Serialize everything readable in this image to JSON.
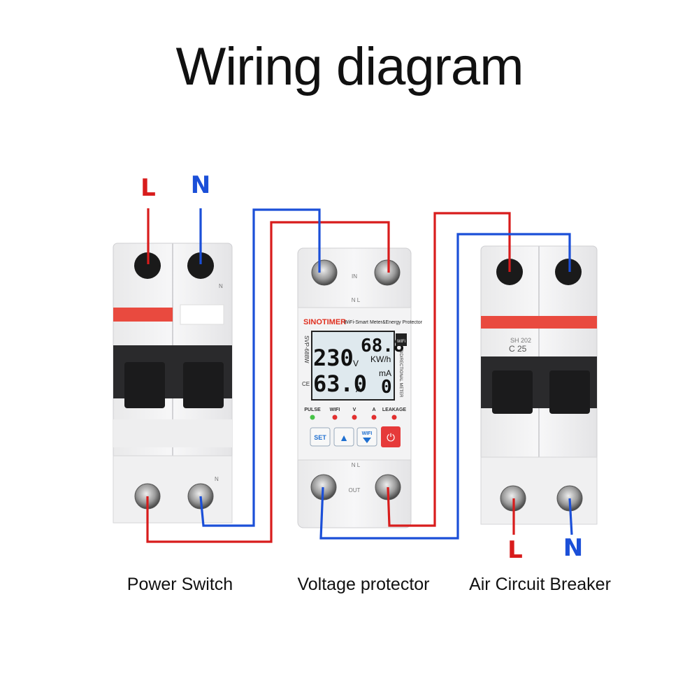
{
  "title": "Wiring diagram",
  "terminals": {
    "input_L": "L",
    "input_N": "N",
    "output_L": "L",
    "output_N": "N"
  },
  "devices": {
    "power_switch": {
      "caption": "Power Switch",
      "terminal_N": "N"
    },
    "voltage_protector": {
      "caption": "Voltage protector",
      "brand": "SINOTIMER",
      "subtitle": "WiFi-Smart Meter&Energy Protector",
      "model": "SVP-688W",
      "top_terminals": "N      L",
      "top_marker": "IN",
      "bottom_marker": "OUT",
      "bottom_terminals": "N      L",
      "wifi_badge": "WiFi",
      "side_text": "BIDIRECTIONAL METER",
      "ce": "CE",
      "display": {
        "voltage": "230",
        "voltage_unit": "V",
        "current": "63.0",
        "current_unit": "A",
        "energy": "68.8",
        "energy_unit": "KW/h",
        "leakage_unit": "mA",
        "leakage": "0"
      },
      "indicators": [
        "PULSE",
        "WIFI",
        "V",
        "A",
        "LEAKAGE"
      ],
      "buttons": {
        "set": "SET",
        "up": "▲",
        "wifi": "WIFI",
        "power": "⏻"
      }
    },
    "air_circuit_breaker": {
      "caption": "Air Circuit Breaker",
      "model": "SH 202",
      "rating": "C 25"
    }
  },
  "colors": {
    "live": "#d81c1c",
    "neutral": "#1b4fd8",
    "red_band": "#e94a3f",
    "lcd": "#dfe9ee",
    "power_button": "#e63a3a"
  }
}
